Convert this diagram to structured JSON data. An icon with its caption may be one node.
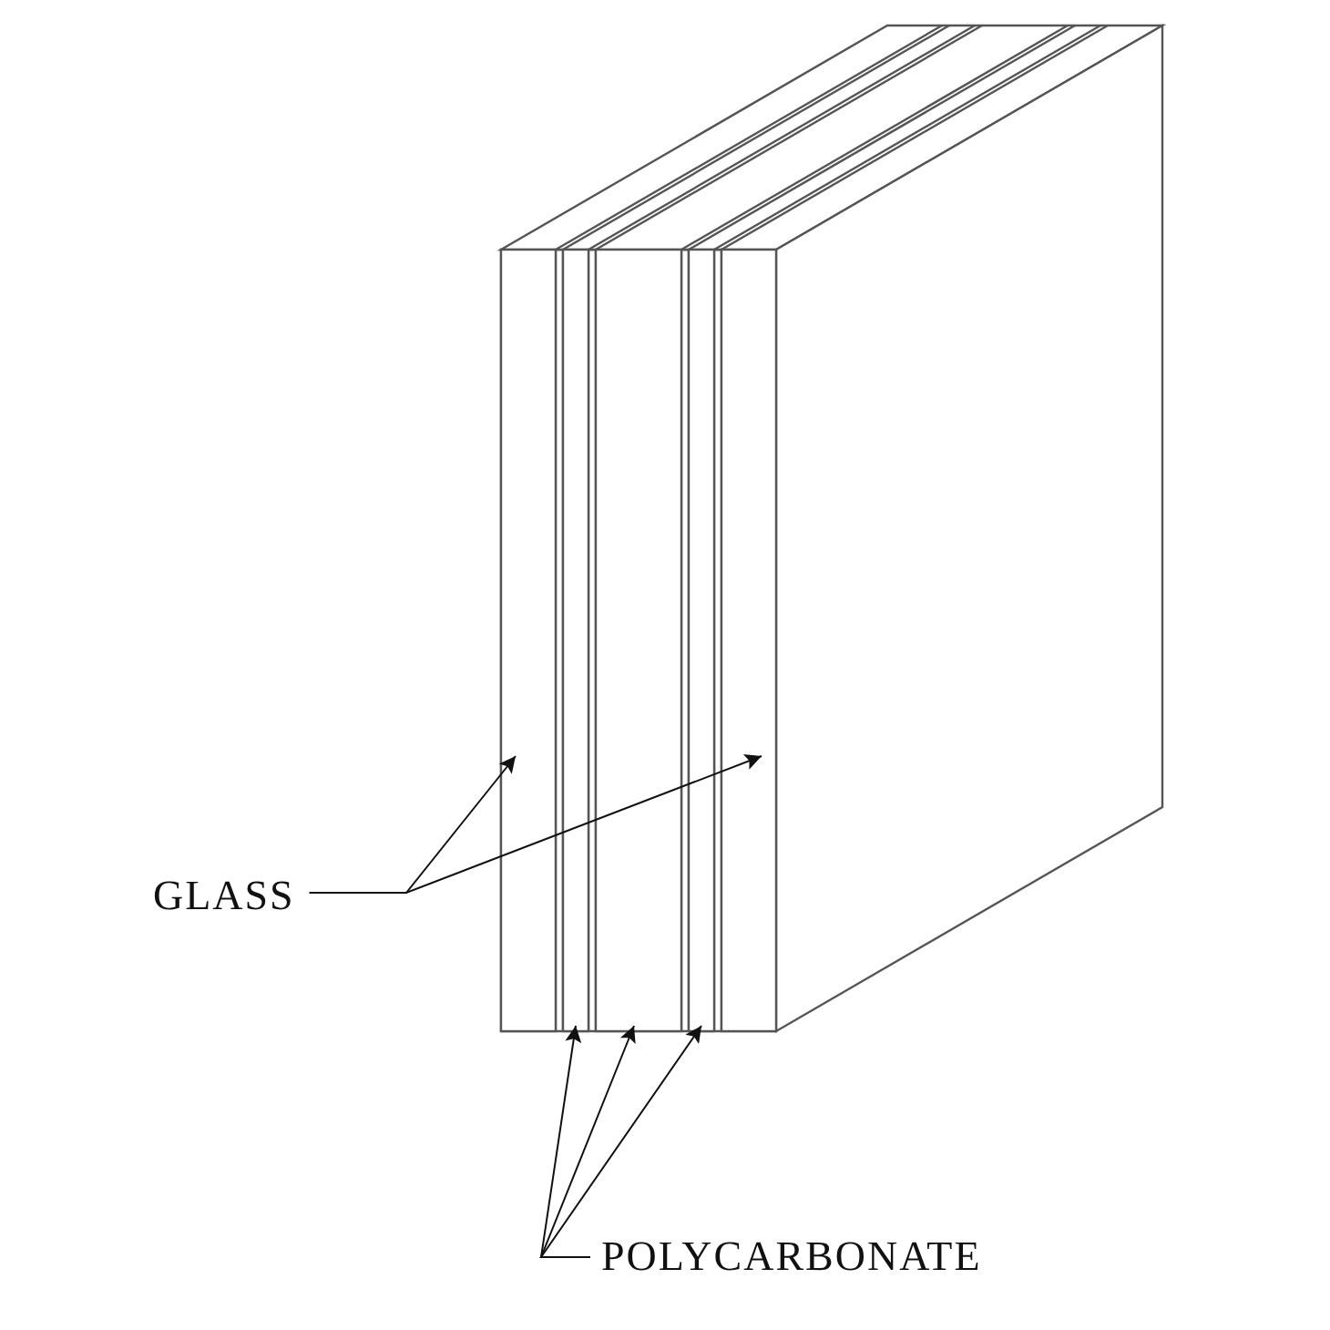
{
  "diagram": {
    "nodes": [
      {
        "text": [
          "GLASS"
        ]
      },
      {
        "text": [
          "POLYCARBONATE"
        ]
      },
      {
        "text": [],
        "shape": "box"
      },
      {
        "text": [],
        "shape": "box"
      },
      {
        "text": [],
        "shape": "box"
      },
      {
        "text": [],
        "shape": "box"
      },
      {
        "text": [],
        "shape": "box"
      }
    ],
    "edges": [
      {
        "from": 0,
        "to": 2,
        "arrow": "to"
      },
      {
        "from": 0,
        "to": 6,
        "arrow": "to"
      },
      {
        "from": 1,
        "to": 3,
        "arrow": "to"
      },
      {
        "from": 1,
        "to": 4,
        "arrow": "to"
      },
      {
        "from": 1,
        "to": 5,
        "arrow": "to"
      }
    ]
  }
}
